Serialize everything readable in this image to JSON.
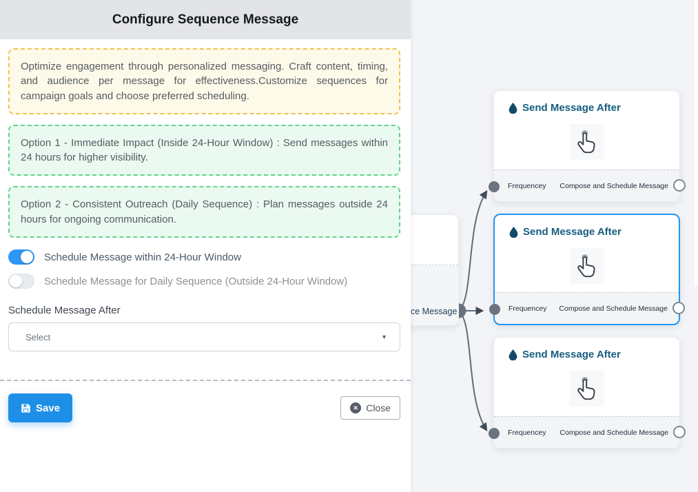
{
  "panel": {
    "title": "Configure Sequence Message",
    "notices": [
      {
        "type": "info",
        "text": "Optimize engagement through personalized messaging. Craft content, timing, and audience per message for effectiveness.Customize sequences for campaign goals and choose preferred scheduling."
      },
      {
        "type": "option",
        "text": "Option 1 - Immediate Impact (Inside 24-Hour Window) : Send messages within 24 hours for higher visibility."
      },
      {
        "type": "option",
        "text": "Option 2 - Consistent Outreach (Daily Sequence) : Plan messages outside 24 hours for ongoing communication."
      }
    ],
    "toggles": [
      {
        "label": "Schedule Message within 24-Hour Window",
        "state": "on"
      },
      {
        "label": "Schedule Message for Daily Sequence (Outside 24-Hour Window)",
        "state": "off"
      }
    ],
    "schedule_after": {
      "label": "Schedule Message After",
      "value": "Select"
    },
    "actions": {
      "save": "Save",
      "close": "Close"
    }
  },
  "canvas": {
    "source_node": {
      "visible_label": "ce Message"
    },
    "nodes": [
      {
        "title": "Send Message After",
        "footer_left": "Frequencey",
        "footer_right": "Compose and Schedule Message",
        "selected": false
      },
      {
        "title": "Send Message After",
        "footer_left": "Frequencey",
        "footer_right": "Compose and Schedule Message",
        "selected": true
      },
      {
        "title": "Send Message After",
        "footer_left": "Frequencey",
        "footer_right": "Compose and Schedule Message",
        "selected": false
      }
    ]
  },
  "icons": {
    "save": "floppy-icon",
    "close": "x-circle-icon",
    "node_title": "droplet-icon",
    "node_body": "tap-hand-icon",
    "select": "caret-down-icon"
  },
  "colors": {
    "accent_blue": "#2196f3",
    "save_button": "#1e8fe6",
    "toggle_on": "#2e96f5",
    "node_title": "#175d80",
    "notice_yellow_border": "#f1c250",
    "notice_green_border": "#5ed689",
    "edge_gray": "#5f6b77",
    "header_bg": "#e3e4e8",
    "canvas_bg": "#f2f4f7"
  }
}
